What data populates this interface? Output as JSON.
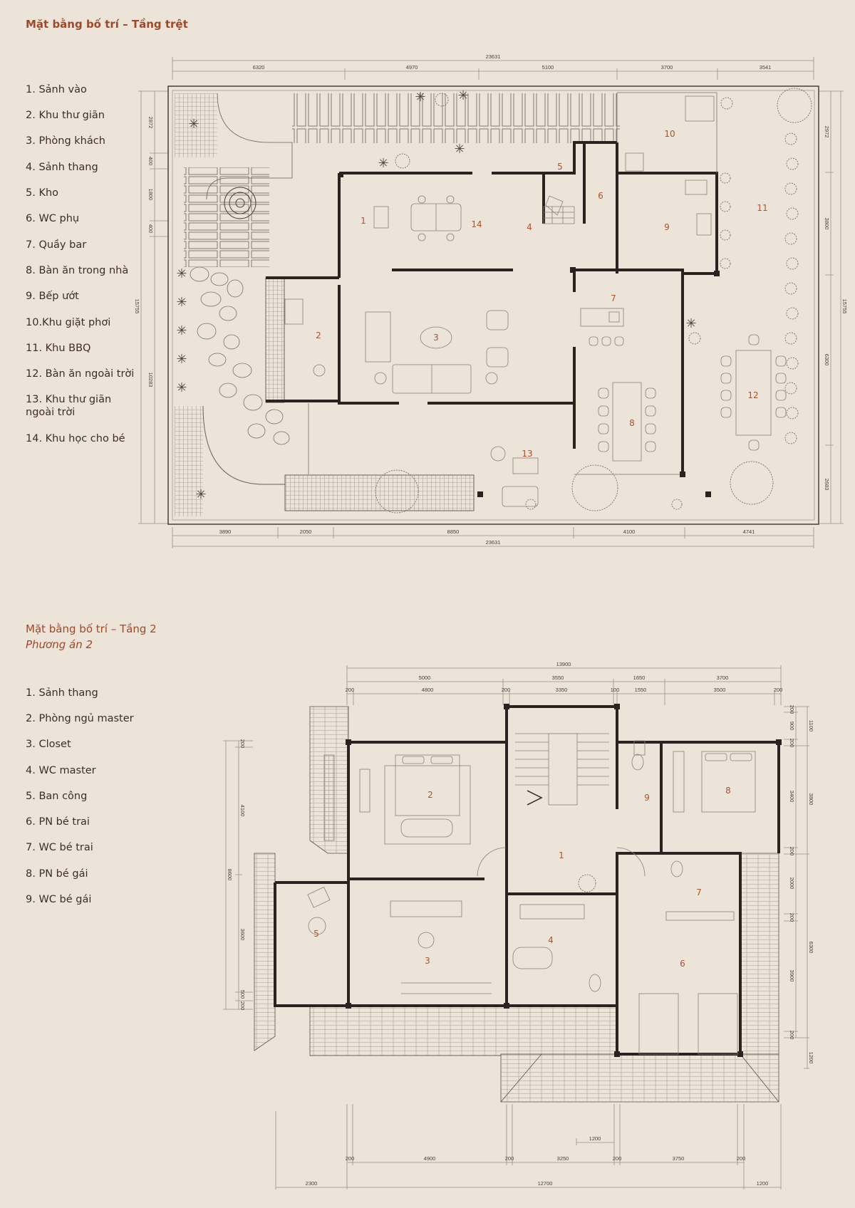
{
  "ground_floor": {
    "title": "Mặt bằng bố trí – Tầng trệt",
    "legend": [
      "1.   Sảnh vào",
      "2.  Khu thư giãn",
      "3.  Phòng khách",
      "4.  Sảnh thang",
      "5.  Kho",
      "6.  WC phụ",
      "7.  Quầy bar",
      "8.  Bàn ăn trong nhà",
      "9.  Bếp ướt",
      "10.Khu giặt phơi",
      "11.  Khu BBQ",
      "12.  Bàn ăn ngoài trời",
      "13.  Khu thư giãn",
      "        ngoài trời",
      "14.  Khu học cho bé"
    ],
    "room_numbers": [
      "1",
      "2",
      "3",
      "4",
      "5",
      "6",
      "7",
      "8",
      "9",
      "10",
      "11",
      "12",
      "13",
      "14"
    ],
    "dims": {
      "top_total": "23631",
      "top_chain": [
        "6320",
        "4970",
        "5100",
        "3700",
        "3541"
      ],
      "bottom_chain": [
        "3890",
        "2050",
        "8850",
        "4100",
        "4741"
      ],
      "bottom_total": "23631",
      "left_chain": [
        "2872",
        "400",
        "1800",
        "400",
        "10283"
      ],
      "left_total": "15755",
      "right_chain": [
        "2972",
        "3800",
        "6300",
        "2683"
      ],
      "right_total": "15755"
    }
  },
  "second_floor": {
    "title": "Mặt bằng bố trí – Tầng 2",
    "subtitle": "Phương án 2",
    "legend": [
      "1. Sảnh thang",
      "2. Phòng ngủ master",
      "3. Closet",
      "4. WC master",
      "5. Ban công",
      "6. PN bé trai",
      "7. WC bé trai",
      "8. PN bé gái",
      "9. WC bé gái"
    ],
    "room_numbers": [
      "1",
      "2",
      "3",
      "4",
      "5",
      "6",
      "7",
      "8",
      "9"
    ],
    "dims": {
      "top_total": "13900",
      "top_chain1": [
        "5000",
        "3550",
        "1650",
        "3700"
      ],
      "top_chain2": [
        "200",
        "4800",
        "200",
        "3350",
        "100",
        "1550",
        "3500",
        "200"
      ],
      "bottom_chain": [
        "200",
        "4900",
        "200",
        "3250",
        "200",
        "3750",
        "200"
      ],
      "bottom_total": [
        "2300",
        "12700",
        "1200"
      ],
      "bottom_small": "1200",
      "right_chain": [
        "200",
        "900",
        "200",
        "3400",
        "200",
        "2000",
        "200",
        "3900",
        "200"
      ],
      "right_outer": [
        "1100",
        "3800",
        "6300",
        "1200"
      ],
      "left_chain": [
        "200",
        "4100",
        "3600",
        "500",
        "200"
      ],
      "left_total": "8600"
    }
  },
  "colors": {
    "title": "#9b4a2b",
    "room_number": "#a9542f",
    "background": "#ece3d9",
    "wall": "#2a2420"
  }
}
